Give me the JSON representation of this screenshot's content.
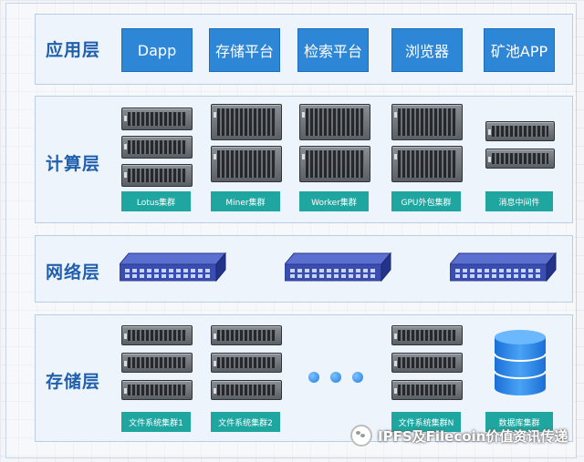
{
  "layers": {
    "application": {
      "label": "应用层",
      "items": [
        "Dapp",
        "存储平台",
        "检索平台",
        "浏览器",
        "矿池APP"
      ]
    },
    "compute": {
      "label": "计算层",
      "clusters": [
        "Lotus集群",
        "Miner集群",
        "Worker集群",
        "GPU外包集群",
        "消息中间件"
      ]
    },
    "network": {
      "label": "网络层"
    },
    "storage": {
      "label": "存储层",
      "clusters": [
        "文件系统集群1",
        "文件系统集群2",
        "文件系统集群N",
        "数据库集群"
      ]
    }
  },
  "watermark": "IPFS及Filecoin价值资讯传递",
  "colors": {
    "layer_label": "#1f5fae",
    "app_button": "#2e86d6",
    "cluster_label": "#1fa6a0",
    "layer_bg": "#eef4fc"
  }
}
